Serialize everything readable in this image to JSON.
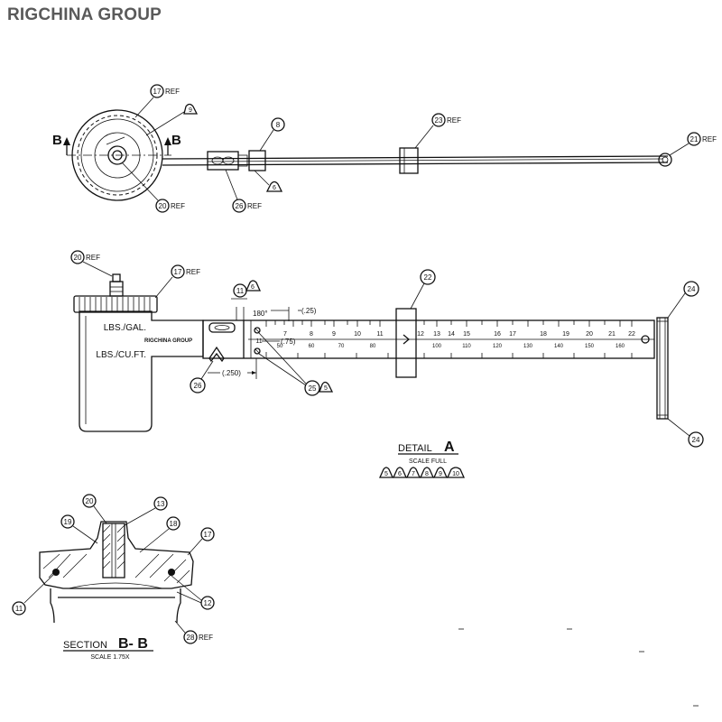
{
  "header": {
    "brand": "RIGCHINA GROUP"
  },
  "top_view": {
    "section_marks": [
      "B",
      "B"
    ],
    "callouts": {
      "c17": "17",
      "c9": "9",
      "c20": "20",
      "c26": "26",
      "c8": "8",
      "c6": "6",
      "c23": "23",
      "c21": "21"
    },
    "ref": "REF"
  },
  "detail_view": {
    "callouts": {
      "c20": "20",
      "c17": "17",
      "c11": "11",
      "c6": "6",
      "c22": "22",
      "c24a": "24",
      "c24b": "24",
      "c26": "26",
      "c25": "25",
      "c5": "5"
    },
    "ref": "REF",
    "labels": {
      "lbs_gal": "LBS./GAL.",
      "lbs_cuft": "LBS./CU.FT.",
      "brand_small": "RIGCHINA GROUP",
      "angle": "180°",
      "dim_25": "(.25)",
      "dim_75": "(.75)",
      "dim_250": "(.250)"
    },
    "upper_scale": [
      "7",
      "8",
      "9",
      "10",
      "11",
      "12",
      "13",
      "14",
      "15",
      "16",
      "17",
      "18",
      "19",
      "20",
      "21",
      "22"
    ],
    "lower_scale": [
      "50",
      "60",
      "70",
      "80",
      "100",
      "110",
      "120",
      "130",
      "140",
      "150",
      "160"
    ],
    "left_scale": [
      "11"
    ],
    "title": "DETAIL",
    "title_letter": "A",
    "scale_note": "SCALE FULL",
    "sheet_refs": [
      "5",
      "6",
      "7",
      "8",
      "9",
      "10"
    ]
  },
  "section_view": {
    "callouts": {
      "c20": "20",
      "c13": "13",
      "c19": "19",
      "c18": "18",
      "c17": "17",
      "c11": "11",
      "c12": "12",
      "c28": "28"
    },
    "ref": "REF",
    "title": "SECTION",
    "title_letters": "B- B",
    "scale_note": "SCALE 1.75X"
  }
}
